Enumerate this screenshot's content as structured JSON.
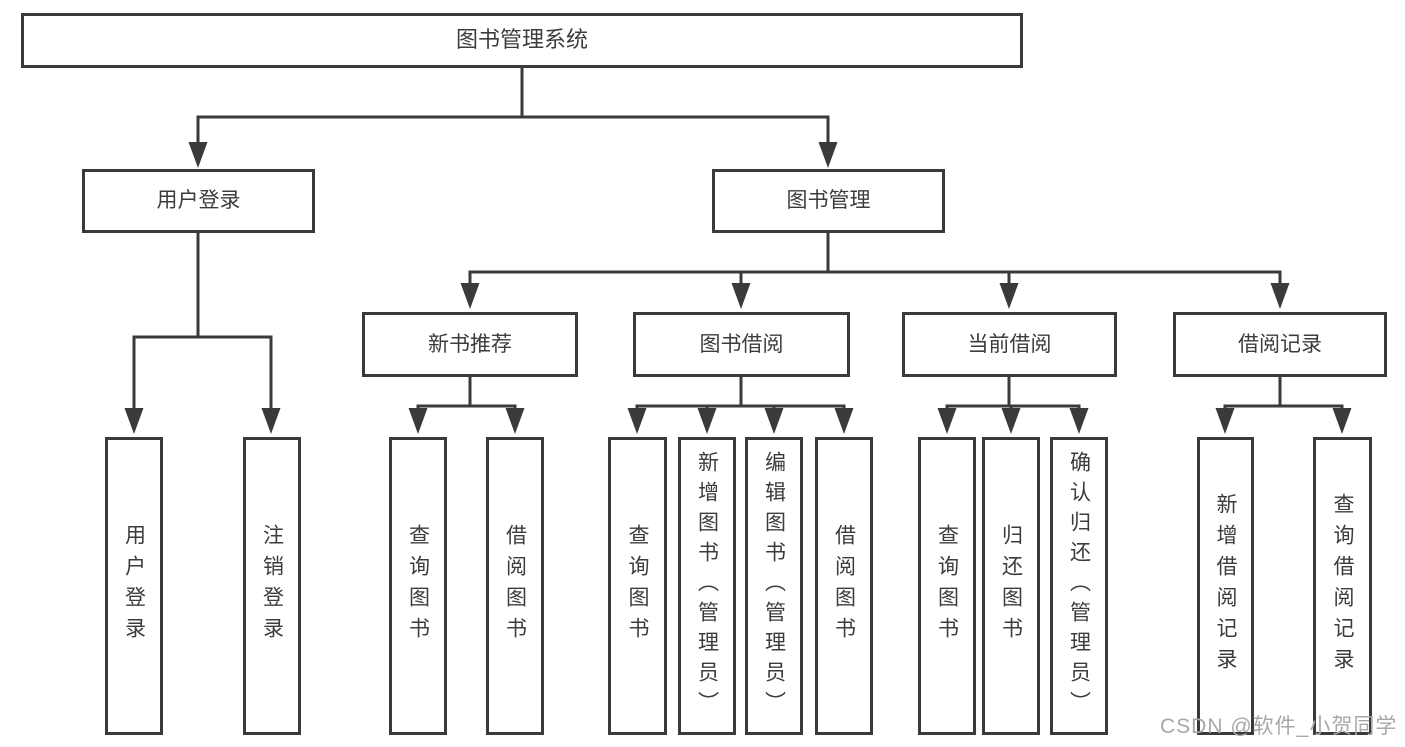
{
  "diagram": {
    "root": "图书管理系统",
    "branches": {
      "user_login": "用户登录",
      "book_management": "图书管理"
    },
    "modules": {
      "new_book_recommend": "新书推荐",
      "book_borrowing": "图书借阅",
      "current_borrowing": "当前借阅",
      "borrowing_records": "借阅记录"
    },
    "leaves": {
      "user_login": "用户登录",
      "logout": "注销登录",
      "query_book_recommend": "查询图书",
      "borrow_book_recommend": "借阅图书",
      "query_book_borrowing": "查询图书",
      "add_book_admin": "新增图书（管理员）",
      "edit_book_admin": "编辑图书（管理员）",
      "borrow_book_borrowing": "借阅图书",
      "query_book_current": "查询图书",
      "return_book": "归还图书",
      "confirm_return_admin": "确认归还（管理员）",
      "add_borrow_record": "新增借阅记录",
      "query_borrow_record": "查询借阅记录"
    }
  },
  "watermark": "CSDN @软件_小贺同学",
  "colors": {
    "line": "#3a3a3a",
    "text": "#3c3c3c",
    "background": "#ffffff",
    "watermark": "#a8a8a8"
  }
}
